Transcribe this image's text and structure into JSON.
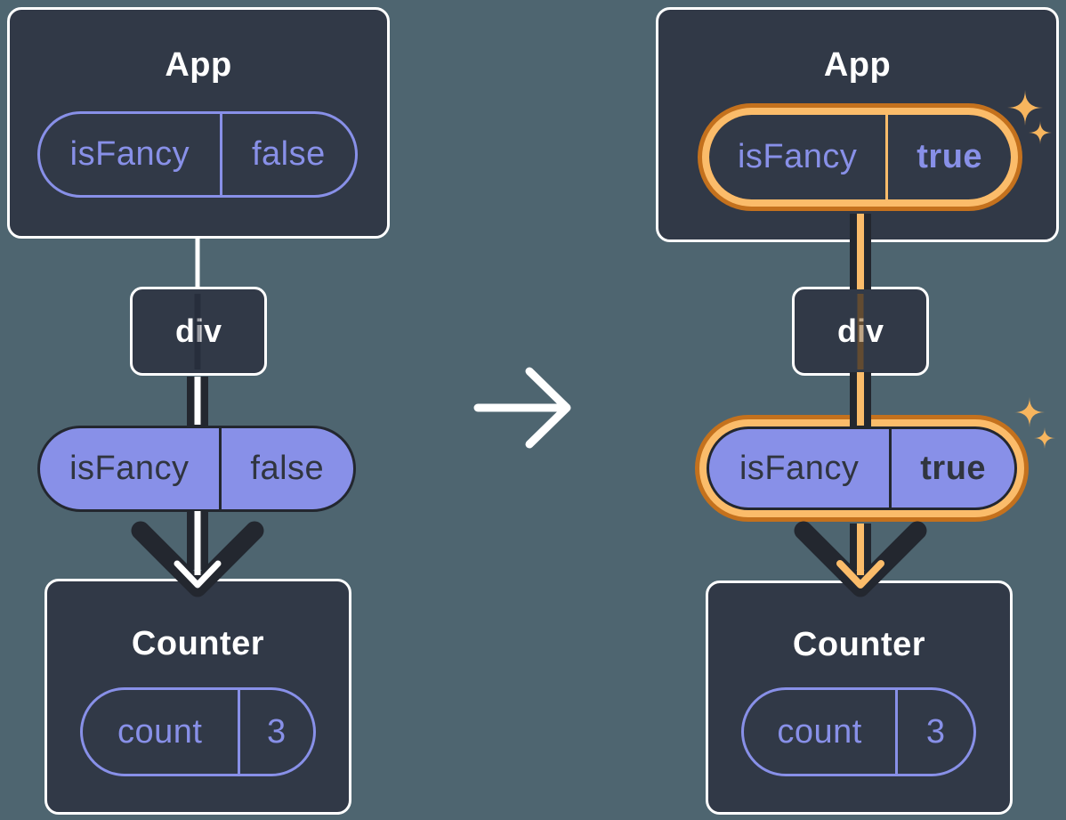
{
  "colors": {
    "background": "#4e6570",
    "card_fill": "#313947",
    "card_border": "#ffffff",
    "purple": "#8890e8",
    "ink_dark": "#23272f",
    "pill_text_dark": "#30353f",
    "highlight_orange_light": "#fbbc6a",
    "highlight_orange_dark": "#c4711d",
    "sparkle_orange": "#f7b55e",
    "arrow_white": "#ffffff"
  },
  "before": {
    "app": {
      "title": "App",
      "prop_name": "isFancy",
      "prop_value": "false"
    },
    "div_node": {
      "label": "div"
    },
    "passed_prop": {
      "name": "isFancy",
      "value": "false"
    },
    "counter": {
      "title": "Counter",
      "state_name": "count",
      "state_value": "3"
    }
  },
  "after": {
    "app": {
      "title": "App",
      "prop_name": "isFancy",
      "prop_value": "true"
    },
    "div_node": {
      "label": "div"
    },
    "passed_prop": {
      "name": "isFancy",
      "value": "true"
    },
    "counter": {
      "title": "Counter",
      "state_name": "count",
      "state_value": "3"
    }
  },
  "icons": {
    "transition_arrow": "right-arrow",
    "sparkles": "sparkle"
  }
}
